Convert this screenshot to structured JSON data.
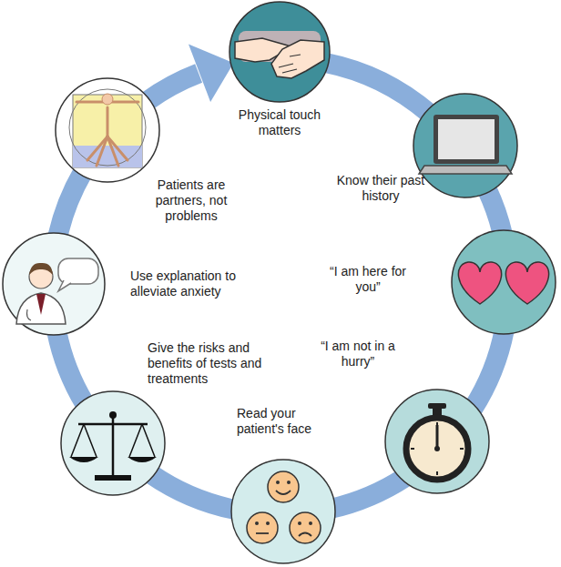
{
  "diagram": {
    "nodes": [
      {
        "text": [
          "Physical touch matters"
        ]
      },
      {
        "text": [
          "Know their past history"
        ]
      },
      {
        "text": [
          "“I am here for you”"
        ]
      },
      {
        "text": [
          "“I am not in a hurry”"
        ]
      },
      {
        "text": [
          "Read your patient's face"
        ]
      },
      {
        "text": [
          "Give the risks and benefits of tests and treatments"
        ]
      },
      {
        "text": [
          "Use explanation to alleviate anxiety"
        ]
      },
      {
        "text": [
          "Patients are partners, not problems"
        ]
      }
    ],
    "edges": [
      {
        "from": 0,
        "to": 1,
        "arrow": "none"
      },
      {
        "from": 1,
        "to": 2,
        "arrow": "none"
      },
      {
        "from": 2,
        "to": 3,
        "arrow": "none"
      },
      {
        "from": 3,
        "to": 4,
        "arrow": "none"
      },
      {
        "from": 4,
        "to": 5,
        "arrow": "none"
      },
      {
        "from": 5,
        "to": 6,
        "arrow": "none"
      },
      {
        "from": 6,
        "to": 7,
        "arrow": "none"
      },
      {
        "from": 7,
        "to": 0,
        "arrow": "to"
      }
    ]
  }
}
